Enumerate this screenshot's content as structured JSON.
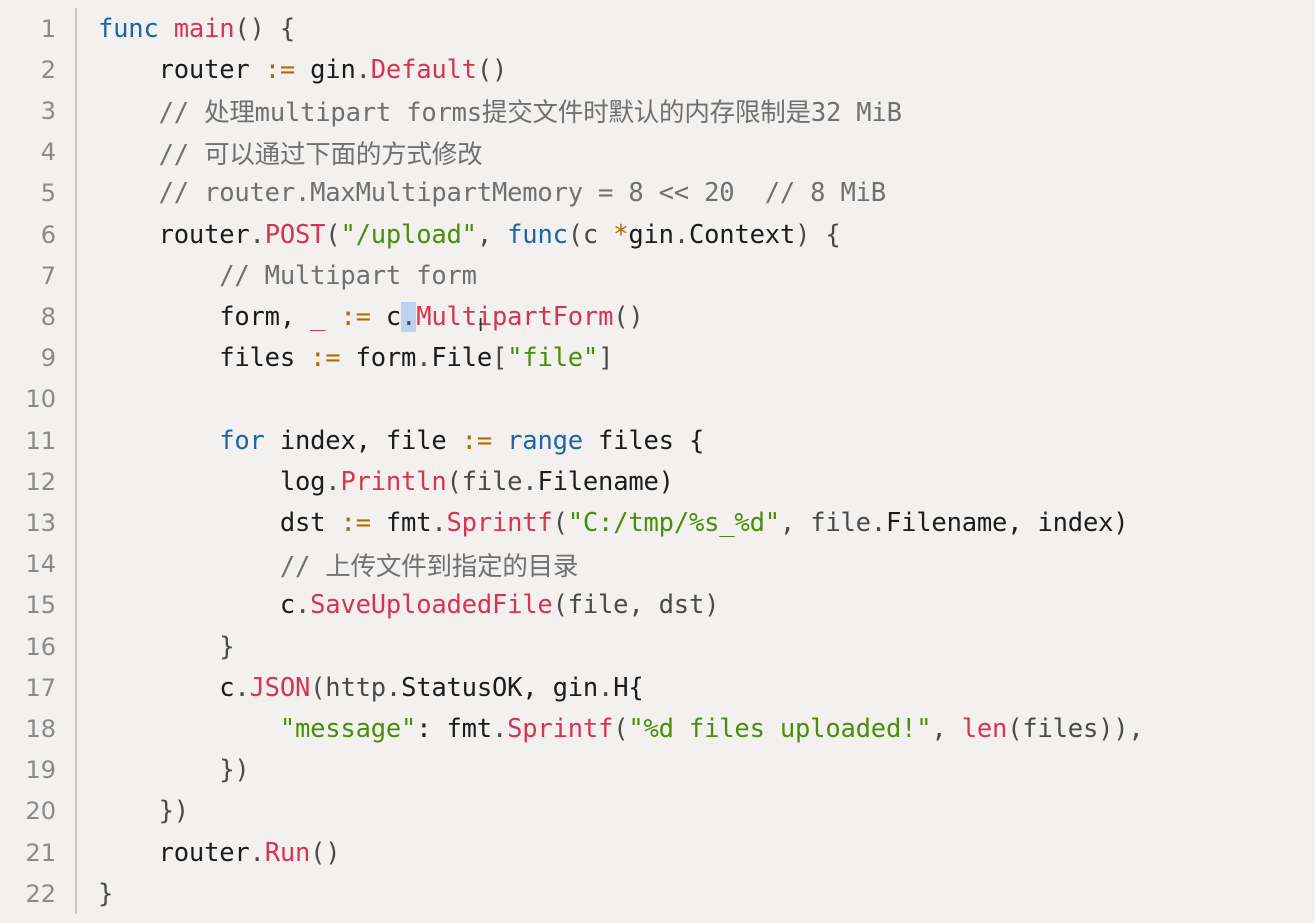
{
  "editor": {
    "lines": [
      {
        "number": "1",
        "tokens": [
          {
            "t": "func",
            "c": "kw"
          },
          {
            "t": " ",
            "c": "plain"
          },
          {
            "t": "main",
            "c": "fn"
          },
          {
            "t": "() {",
            "c": "punc"
          }
        ]
      },
      {
        "number": "2",
        "tokens": [
          {
            "t": "    router ",
            "c": "plain"
          },
          {
            "t": ":=",
            "c": "op"
          },
          {
            "t": " gin",
            "c": "plain"
          },
          {
            "t": ".",
            "c": "punc"
          },
          {
            "t": "Default",
            "c": "fn"
          },
          {
            "t": "()",
            "c": "punc"
          }
        ]
      },
      {
        "number": "3",
        "tokens": [
          {
            "t": "    // 处理multipart forms提交文件时默认的内存限制是32 MiB",
            "c": "cm"
          }
        ]
      },
      {
        "number": "4",
        "tokens": [
          {
            "t": "    // 可以通过下面的方式修改",
            "c": "cm"
          }
        ]
      },
      {
        "number": "5",
        "tokens": [
          {
            "t": "    // router.MaxMultipartMemory = 8 << 20  // 8 MiB",
            "c": "cm"
          }
        ]
      },
      {
        "number": "6",
        "tokens": [
          {
            "t": "    router",
            "c": "plain"
          },
          {
            "t": ".",
            "c": "punc"
          },
          {
            "t": "POST",
            "c": "fn"
          },
          {
            "t": "(",
            "c": "punc"
          },
          {
            "t": "\"/upload\"",
            "c": "str"
          },
          {
            "t": ", ",
            "c": "punc"
          },
          {
            "t": "func",
            "c": "kw"
          },
          {
            "t": "(c ",
            "c": "punc"
          },
          {
            "t": "*",
            "c": "op"
          },
          {
            "t": "gin",
            "c": "plain"
          },
          {
            "t": ".",
            "c": "punc"
          },
          {
            "t": "Context",
            "c": "plain"
          },
          {
            "t": ") {",
            "c": "punc"
          }
        ]
      },
      {
        "number": "7",
        "tokens": [
          {
            "t": "        // Multipart form",
            "c": "cm"
          }
        ]
      },
      {
        "number": "8",
        "tokens": [
          {
            "t": "        form, ",
            "c": "plain"
          },
          {
            "t": "_",
            "c": "fn"
          },
          {
            "t": " ",
            "c": "plain"
          },
          {
            "t": ":=",
            "c": "op"
          },
          {
            "t": " c",
            "c": "plain"
          },
          {
            "t": ".",
            "c": "sel"
          },
          {
            "t": "Multi",
            "c": "fn"
          },
          {
            "t": "CURSOR",
            "c": "cursor"
          },
          {
            "t": "partForm",
            "c": "fn"
          },
          {
            "t": "()",
            "c": "punc"
          }
        ]
      },
      {
        "number": "9",
        "tokens": [
          {
            "t": "        files ",
            "c": "plain"
          },
          {
            "t": ":=",
            "c": "op"
          },
          {
            "t": " form",
            "c": "plain"
          },
          {
            "t": ".",
            "c": "punc"
          },
          {
            "t": "File",
            "c": "plain"
          },
          {
            "t": "[",
            "c": "punc"
          },
          {
            "t": "\"file\"",
            "c": "str"
          },
          {
            "t": "]",
            "c": "punc"
          }
        ]
      },
      {
        "number": "10",
        "tokens": []
      },
      {
        "number": "11",
        "tokens": [
          {
            "t": "        ",
            "c": "plain"
          },
          {
            "t": "for",
            "c": "kw"
          },
          {
            "t": " index, file ",
            "c": "plain"
          },
          {
            "t": ":=",
            "c": "op"
          },
          {
            "t": " ",
            "c": "plain"
          },
          {
            "t": "range",
            "c": "kw"
          },
          {
            "t": " files {",
            "c": "plain"
          }
        ]
      },
      {
        "number": "12",
        "tokens": [
          {
            "t": "            log",
            "c": "plain"
          },
          {
            "t": ".",
            "c": "punc"
          },
          {
            "t": "Println",
            "c": "fn"
          },
          {
            "t": "(file",
            "c": "punc"
          },
          {
            "t": ".",
            "c": "punc"
          },
          {
            "t": "Filename)",
            "c": "plain"
          }
        ]
      },
      {
        "number": "13",
        "tokens": [
          {
            "t": "            dst ",
            "c": "plain"
          },
          {
            "t": ":=",
            "c": "op"
          },
          {
            "t": " fmt",
            "c": "plain"
          },
          {
            "t": ".",
            "c": "punc"
          },
          {
            "t": "Sprintf",
            "c": "fn"
          },
          {
            "t": "(",
            "c": "punc"
          },
          {
            "t": "\"C:/tmp/%s_%d\"",
            "c": "str"
          },
          {
            "t": ", file",
            "c": "punc"
          },
          {
            "t": ".",
            "c": "punc"
          },
          {
            "t": "Filename, index)",
            "c": "plain"
          }
        ]
      },
      {
        "number": "14",
        "tokens": [
          {
            "t": "            // 上传文件到指定的目录",
            "c": "cm"
          }
        ]
      },
      {
        "number": "15",
        "tokens": [
          {
            "t": "            c",
            "c": "plain"
          },
          {
            "t": ".",
            "c": "punc"
          },
          {
            "t": "SaveUploadedFile",
            "c": "fn"
          },
          {
            "t": "(file, dst)",
            "c": "punc"
          }
        ]
      },
      {
        "number": "16",
        "tokens": [
          {
            "t": "        }",
            "c": "punc"
          }
        ]
      },
      {
        "number": "17",
        "tokens": [
          {
            "t": "        c",
            "c": "plain"
          },
          {
            "t": ".",
            "c": "punc"
          },
          {
            "t": "JSON",
            "c": "fn"
          },
          {
            "t": "(http",
            "c": "punc"
          },
          {
            "t": ".",
            "c": "punc"
          },
          {
            "t": "StatusOK, gin",
            "c": "plain"
          },
          {
            "t": ".",
            "c": "punc"
          },
          {
            "t": "H{",
            "c": "plain"
          }
        ]
      },
      {
        "number": "18",
        "tokens": [
          {
            "t": "            ",
            "c": "plain"
          },
          {
            "t": "\"message\"",
            "c": "str"
          },
          {
            "t": ": fmt",
            "c": "plain"
          },
          {
            "t": ".",
            "c": "punc"
          },
          {
            "t": "Sprintf",
            "c": "fn"
          },
          {
            "t": "(",
            "c": "punc"
          },
          {
            "t": "\"%d files uploaded!\"",
            "c": "str"
          },
          {
            "t": ", ",
            "c": "punc"
          },
          {
            "t": "len",
            "c": "fn"
          },
          {
            "t": "(files)),",
            "c": "punc"
          }
        ]
      },
      {
        "number": "19",
        "tokens": [
          {
            "t": "        })",
            "c": "punc"
          }
        ]
      },
      {
        "number": "20",
        "tokens": [
          {
            "t": "    })",
            "c": "punc"
          }
        ]
      },
      {
        "number": "21",
        "tokens": [
          {
            "t": "    router",
            "c": "plain"
          },
          {
            "t": ".",
            "c": "punc"
          },
          {
            "t": "Run",
            "c": "fn"
          },
          {
            "t": "()",
            "c": "punc"
          }
        ]
      },
      {
        "number": "22",
        "tokens": [
          {
            "t": "}",
            "c": "punc"
          }
        ]
      }
    ]
  },
  "colors": {
    "background": "#f2f1ef",
    "keyword": "#1f63a8",
    "function": "#d7344e",
    "string": "#4b8d0a",
    "operator": "#b06b00",
    "comment": "#707070",
    "selection": "#bcd3ef"
  },
  "icons": {
    "cursor": "text-cursor-icon"
  }
}
